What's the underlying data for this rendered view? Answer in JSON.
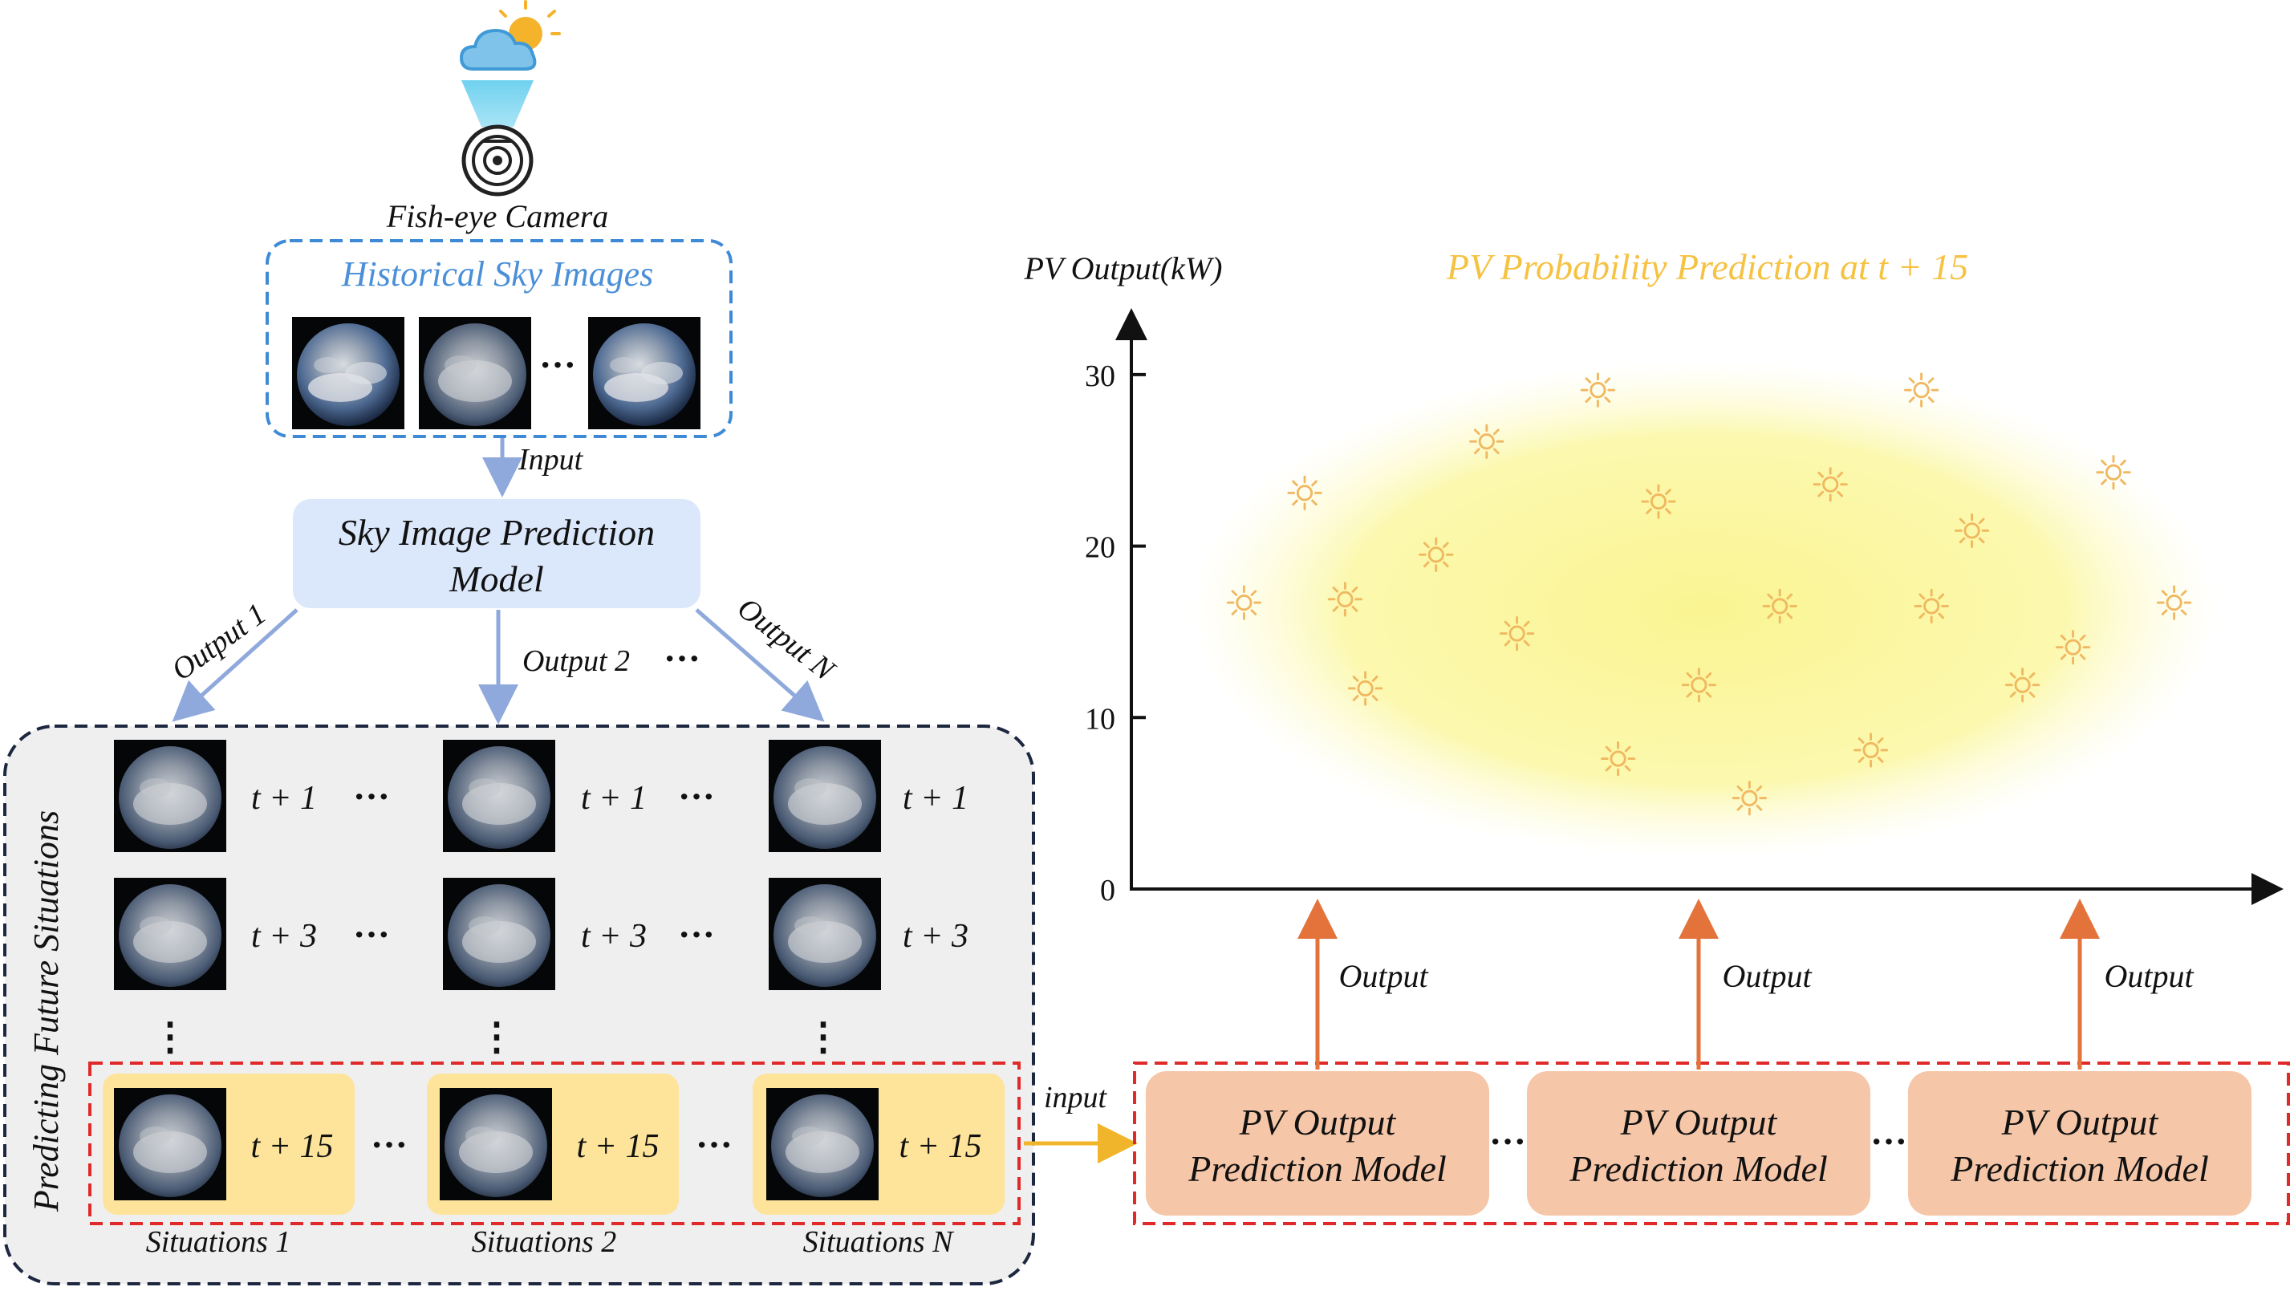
{
  "camera": {
    "label": "Fish-eye Camera",
    "icons": [
      "cloud-sun-icon",
      "fisheye-camera-icon"
    ]
  },
  "historical": {
    "title": "Historical Sky Images",
    "ellipsis": "···",
    "image_count_shown": 3
  },
  "sky_model": {
    "line1": "Sky Image Prediction",
    "line2": "Model",
    "input_label": "Input"
  },
  "outputs": {
    "labels": [
      "Output 1",
      "Output 2",
      "Output N"
    ],
    "ellipsis": "···"
  },
  "future_panel": {
    "side_title": "Predicting Future Situations",
    "rows": [
      "t + 1",
      "t + 3",
      "t + 15"
    ],
    "ellipsis": "···",
    "vertical_dots": "⋮",
    "situations": [
      "Situations 1",
      "Situations 2",
      "Situations N"
    ]
  },
  "flow": {
    "input_label": "input",
    "output_label": "Output",
    "model_line1": "PV Output",
    "model_line2": "Prediction Model",
    "model_count": 3,
    "ellipsis": "···"
  },
  "chart_data": {
    "type": "scatter",
    "title": "PV Probability Prediction at t + 15",
    "ylabel": "PV Output(kW)",
    "xlabel": "",
    "ylim": [
      0,
      35
    ],
    "yticks": [
      0,
      10,
      20,
      30
    ],
    "marker": "sun-icon",
    "colors": {
      "glow": "#fbf7a0",
      "marker": "#f0b860",
      "title": "#f5c242"
    },
    "points": [
      {
        "x": 0.04,
        "y": 16.7
      },
      {
        "x": 0.1,
        "y": 23.1
      },
      {
        "x": 0.14,
        "y": 16.9
      },
      {
        "x": 0.16,
        "y": 11.7
      },
      {
        "x": 0.23,
        "y": 19.5
      },
      {
        "x": 0.28,
        "y": 26.1
      },
      {
        "x": 0.31,
        "y": 14.9
      },
      {
        "x": 0.39,
        "y": 29.1
      },
      {
        "x": 0.41,
        "y": 7.6
      },
      {
        "x": 0.45,
        "y": 22.6
      },
      {
        "x": 0.49,
        "y": 11.9
      },
      {
        "x": 0.54,
        "y": 5.3
      },
      {
        "x": 0.57,
        "y": 16.5
      },
      {
        "x": 0.62,
        "y": 23.6
      },
      {
        "x": 0.66,
        "y": 8.1
      },
      {
        "x": 0.71,
        "y": 29.1
      },
      {
        "x": 0.72,
        "y": 16.5
      },
      {
        "x": 0.76,
        "y": 20.9
      },
      {
        "x": 0.81,
        "y": 11.9
      },
      {
        "x": 0.86,
        "y": 14.1
      },
      {
        "x": 0.9,
        "y": 24.3
      },
      {
        "x": 0.96,
        "y": 16.7
      }
    ]
  },
  "colors": {
    "blue_box_fill": "#dbe8fb",
    "blue_dash": "#3e8ad6",
    "blue_text": "#4a8fd8",
    "arrow_blue": "#8fa9dc",
    "gray_panel": "#efefef",
    "navy_dash": "#1e2740",
    "red_dash": "#e02a2a",
    "yellow_box": "#fde49a",
    "model_fill": "#f5c6a8",
    "orange_arrow": "#e3733a",
    "gold_arrow": "#f0b52a"
  }
}
